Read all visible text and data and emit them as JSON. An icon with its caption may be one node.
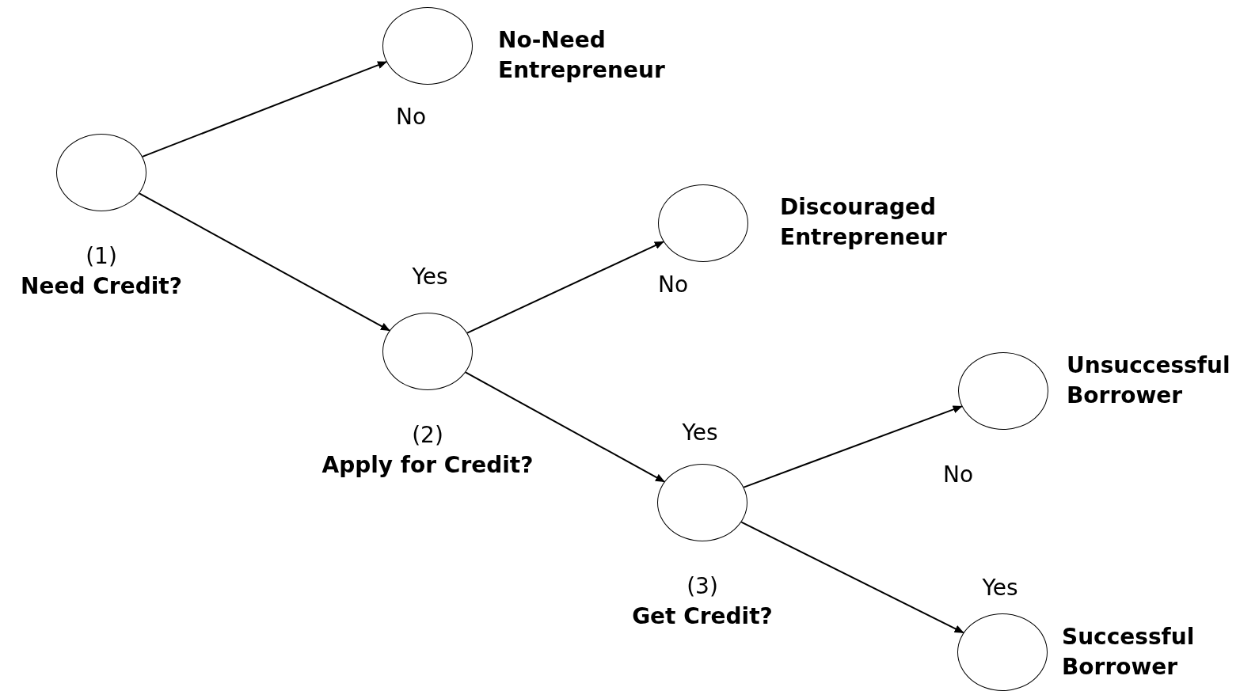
{
  "diagram": {
    "nodes": [
      {
        "text": [
          "(1)",
          "Need Credit?"
        ]
      },
      {
        "text": [
          "No-Need Entrepreneur"
        ]
      },
      {
        "text": [
          "(2)",
          "Apply for Credit?"
        ]
      },
      {
        "text": [
          "Discouraged Entrepreneur"
        ]
      },
      {
        "text": [
          "(3)",
          "Get Credit?"
        ]
      },
      {
        "text": [
          "Unsuccessful Borrower"
        ]
      },
      {
        "text": [
          "Successful Borrower"
        ]
      }
    ],
    "edges": [
      {
        "from": 0,
        "to": 1,
        "arrow": "to",
        "label": "No"
      },
      {
        "from": 0,
        "to": 2,
        "arrow": "to",
        "label": "Yes"
      },
      {
        "from": 2,
        "to": 3,
        "arrow": "to",
        "label": "No"
      },
      {
        "from": 2,
        "to": 4,
        "arrow": "to",
        "label": "Yes"
      },
      {
        "from": 4,
        "to": 5,
        "arrow": "to",
        "label": "No"
      },
      {
        "from": 4,
        "to": 6,
        "arrow": "to",
        "label": "Yes"
      }
    ]
  }
}
